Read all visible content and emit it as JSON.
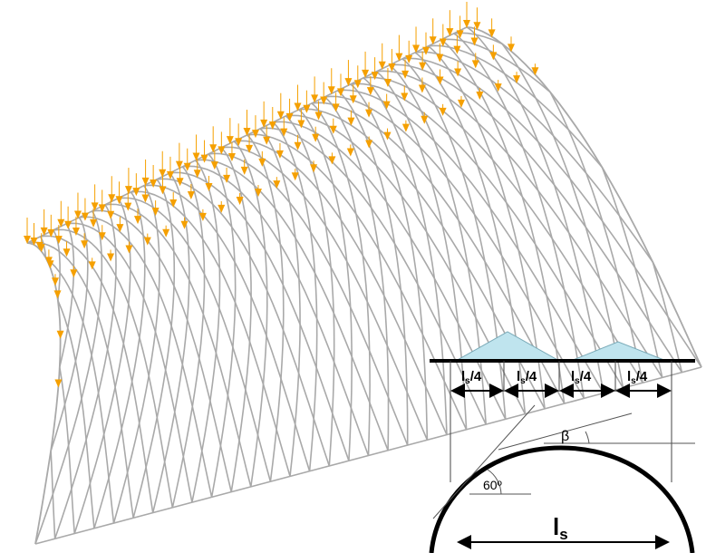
{
  "loaded_vault": {
    "description_icon": "lattice-barrel-vault-with-snow-loads",
    "grid_color": "#a9a9a9",
    "load_color": "#f5a000"
  },
  "snow_load_detail": {
    "segments": [
      "l",
      "l",
      "l",
      "l"
    ],
    "segment_label": {
      "var": "l",
      "sub": "s",
      "den": "/4"
    },
    "span_label": {
      "var": "l",
      "sub": "s"
    },
    "angle_label": "60º",
    "beta_label": "β",
    "load_fill_color": "#bfe4ee",
    "line_color": "#000000"
  }
}
